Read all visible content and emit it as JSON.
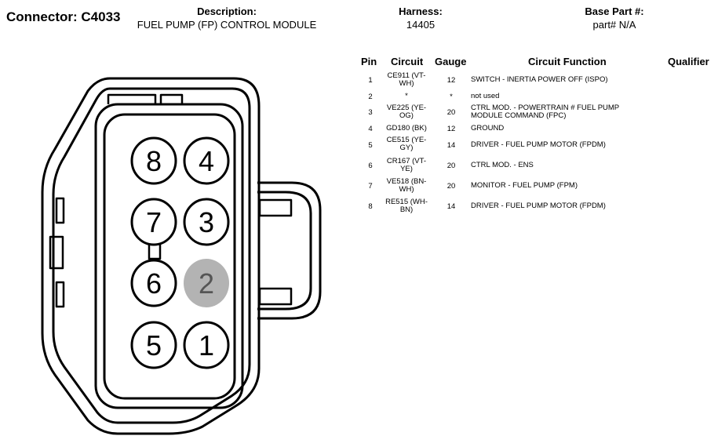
{
  "connector": {
    "label": "Connector: C4033"
  },
  "description": {
    "label": "Description:",
    "value": "FUEL PUMP (FP) CONTROL MODULE"
  },
  "harness": {
    "label": "Harness:",
    "value": "14405"
  },
  "base_part": {
    "label": "Base Part #:",
    "value": "part# N/A"
  },
  "table": {
    "headers": {
      "pin": "Pin",
      "circuit": "Circuit",
      "gauge": "Gauge",
      "function": "Circuit Function",
      "qualifier": "Qualifier"
    },
    "rows": [
      {
        "pin": "1",
        "circuit": "CE911 (VT-WH)",
        "gauge": "12",
        "function": "SWITCH - INERTIA POWER OFF (ISPO)"
      },
      {
        "pin": "2",
        "circuit": "*",
        "gauge": "*",
        "function": "not used"
      },
      {
        "pin": "3",
        "circuit": "VE225 (YE-OG)",
        "gauge": "20",
        "function": "CTRL MOD. - POWERTRAIN # FUEL PUMP MODULE COMMAND (FPC)"
      },
      {
        "pin": "4",
        "circuit": "GD180 (BK)",
        "gauge": "12",
        "function": "GROUND"
      },
      {
        "pin": "5",
        "circuit": "CE515 (YE-GY)",
        "gauge": "14",
        "function": "DRIVER - FUEL PUMP MOTOR (FPDM)"
      },
      {
        "pin": "6",
        "circuit": "CR167 (VT-YE)",
        "gauge": "20",
        "function": "CTRL MOD. - ENS"
      },
      {
        "pin": "7",
        "circuit": "VE518 (BN-WH)",
        "gauge": "20",
        "function": "MONITOR - FUEL PUMP (FPM)"
      },
      {
        "pin": "8",
        "circuit": "RE515 (WH-BN)",
        "gauge": "14",
        "function": "DRIVER - FUEL PUMP MOTOR (FPDM)"
      }
    ]
  },
  "pins": [
    {
      "label": "8",
      "filled": false
    },
    {
      "label": "4",
      "filled": false
    },
    {
      "label": "7",
      "filled": false
    },
    {
      "label": "3",
      "filled": false
    },
    {
      "label": "6",
      "filled": false
    },
    {
      "label": "2",
      "filled": true
    },
    {
      "label": "5",
      "filled": false
    },
    {
      "label": "1",
      "filled": false
    }
  ],
  "colors": {
    "unused_pin_fill": "#b3b3b3",
    "unused_pin_text": "#555555"
  }
}
